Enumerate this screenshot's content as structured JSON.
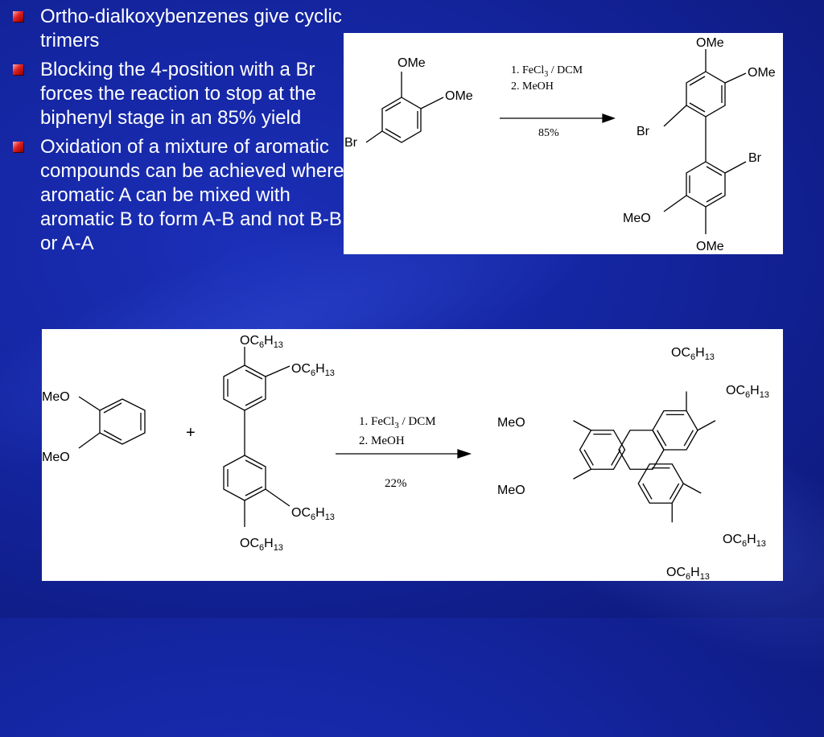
{
  "bullets": [
    "Ortho-dialkoxybenzenes give cyclic trimers",
    "Blocking the 4-position with a Br forces the reaction to stop at the biphenyl stage in an 85% yield",
    "Oxidation of a mixture of aromatic compounds can be achieved where aromatic A can be mixed with aromatic B to form A-B and not B-B or A-A"
  ],
  "top_scheme": {
    "reactant_labels": {
      "ome_1": "OMe",
      "ome_2": "OMe",
      "br": "Br"
    },
    "conditions": {
      "step1_prefix": "1. FeCl",
      "step1_sub": "3",
      "step1_suffix": " / DCM",
      "step2": "2. MeOH",
      "yield": "85%"
    },
    "product_labels": {
      "ome_top": "OMe",
      "ome_right": "OMe",
      "br_left": "Br",
      "br_right": "Br",
      "meo_left": "MeO",
      "ome_bottom": "OMe"
    }
  },
  "bottom_scheme": {
    "reactant_a_labels": {
      "meo_top": "MeO",
      "meo_bottom": "MeO"
    },
    "plus": "+",
    "oc6h13": {
      "o_c": "OC",
      "sub6": "6",
      "h": "H",
      "sub13": "13"
    },
    "conditions": {
      "step1_prefix": "1. FeCl",
      "step1_sub": "3",
      "step1_suffix": " / DCM",
      "step2": "2. MeOH",
      "yield": "22%"
    },
    "product_labels": {
      "meo_top": "MeO",
      "meo_bottom": "MeO"
    }
  }
}
